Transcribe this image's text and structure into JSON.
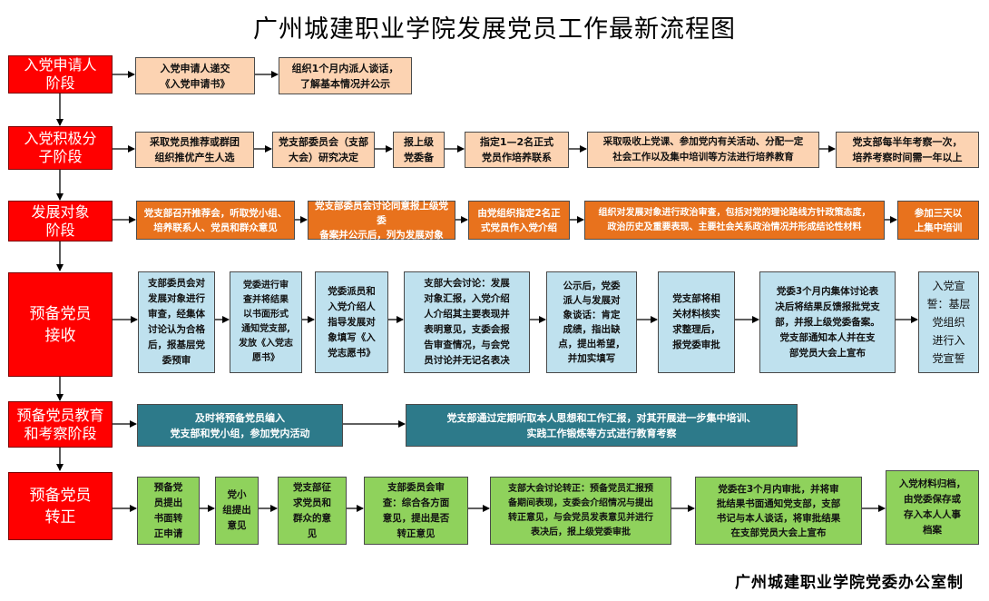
{
  "title": "广州城建职业学院发展党员工作最新流程图",
  "footer": "广州城建职业学院党委办公室制",
  "colors": {
    "stage": "#ff0000",
    "peach": "#fcd3b2",
    "orange": "#e8721d",
    "blue": "#bfe1ee",
    "teal": "#2d7a8a",
    "green": "#8fd25c"
  },
  "stages": [
    {
      "name": "入党申请人\n阶段",
      "steps": [
        "入党申请人递交\n《入党申请书》",
        "组织1个月内派人谈话，\n了解基本情况并公示"
      ]
    },
    {
      "name": "入党积极分\n子阶段",
      "steps": [
        "采取党员推荐或群团\n组织推优产生人选",
        "党支部委员会（支部\n大会）研究决定",
        "报上级\n党委备",
        "指定1—2名正式\n党员作培养联系",
        "采取吸收上党课、参加党内有关活动、分配一定\n社会工作以及集中培训等方法进行培养教育",
        "党支部每半年考察一次，\n培养考察时间需一年以上"
      ]
    },
    {
      "name": "发展对象\n阶段",
      "steps": [
        "党支部召开推荐会，听取党小组、\n培养联系人、党员和群众意见",
        "党支部委员会讨论同意报上级党委\n备案并公示后，列为发展对象",
        "由党组织指定2名正\n式党员作入党介绍",
        "组织对发展对象进行政治审查，包括对党的理论路线方针政策态度，\n政治历史及重要表现、主要社会关系政治情况并形成结论性材料",
        "参加三天以\n上集中培训"
      ]
    },
    {
      "name": "预备党员\n接收",
      "steps": [
        "支部委员会对\n发展对象进行\n审查，经集体\n讨论认为合格\n后，报基层党\n委预审",
        "党委进行审\n查并将结果\n以书面形式\n通知党支部,\n发放《入党志\n愿书》",
        "党委派员和\n入党介绍人\n指导发展对\n象填写《入\n党志愿书》",
        "支部大会讨论：发展\n对象汇报，入党介绍\n人介绍其主要表现并\n表明意见，支委会报\n告审查情况，与会党\n员讨论并无记名表决",
        "公示后，党委\n派人与发展对\n象谈话：肯定\n成绩，指出缺\n点，提出希望，\n并加实填写",
        "党支部将相\n关材料核实\n求整理后，\n报党委审批",
        "党委3个月内集体讨论表\n决后将结果反馈报批党支\n部，并报上级党委备案。\n党支部通知本人并在支\n部党员大会上宣布",
        "入党宣\n誓：基层\n党组织\n进行入\n党宣誓"
      ]
    },
    {
      "name": "预备党员教育\n和考察阶段",
      "steps": [
        "及时将预备党员编入\n党支部和党小组，参加党内活动",
        "党支部通过定期听取本人思想和工作汇报，对其开展进一步集中培训、\n实践工作锻炼等方式进行教育考察"
      ]
    },
    {
      "name": "预备党员\n转正",
      "steps": [
        "预备党\n员提出\n书面转\n正申请",
        "党小\n组提出\n意见",
        "党支部征\n求党员和\n群众的意\n见",
        "支部委员会审\n查：综合各方面\n意见，提出是否\n转正意见",
        "支部大会讨论转正：预备党员汇报预\n备期间表现，支委会介绍情况与提出\n转正意见，与会党员发表意见并进行\n表决后，报上级党委审批",
        "党委在3个月内审批，并将审\n批结果书面通知党支部，支部\n书记与本人谈话，将审批结果\n在支部党员大会上宣布",
        "入党材料归档，\n由党委保存或\n存入本人人事\n档案"
      ]
    }
  ]
}
